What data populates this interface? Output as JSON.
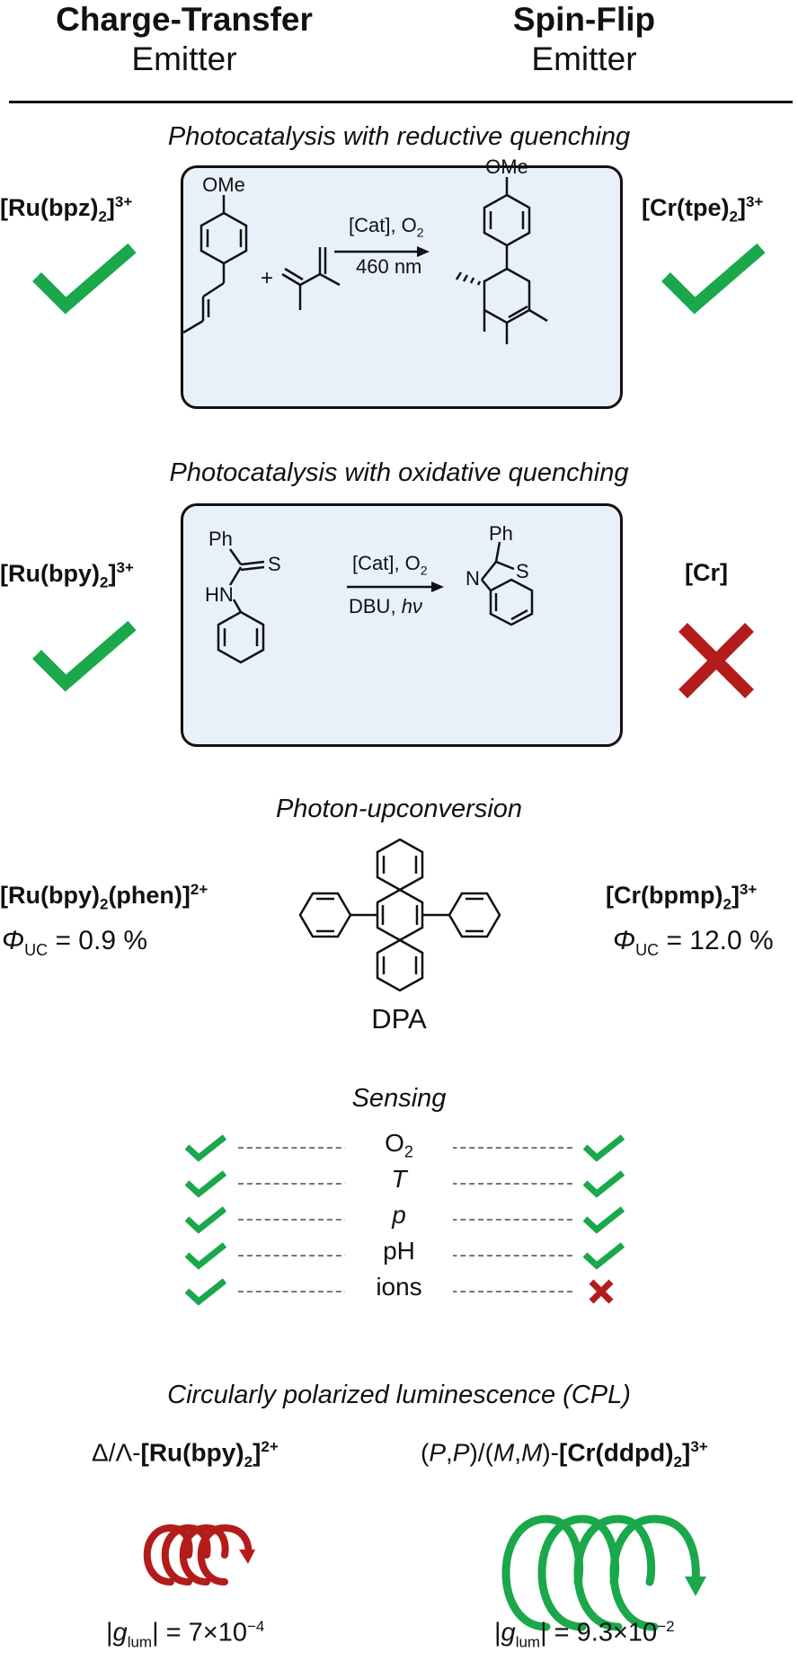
{
  "header": {
    "left_bold": "Charge-Transfer",
    "left_sub": "Emitter",
    "right_bold": "Spin-Flip",
    "right_sub": "Emitter"
  },
  "section1": {
    "title": "Photocatalysis with reductive quenching",
    "left_complex": {
      "main": "[Ru(bpz)",
      "sub": "2",
      "close": "]",
      "sup": "3+"
    },
    "right_complex": {
      "main": "[Cr(tpe)",
      "sub": "2",
      "close": "]",
      "sup": "3+"
    },
    "substituent": "OMe",
    "product_substituent": "OMe",
    "plus": "+",
    "cond_top": "[Cat], O",
    "cond_top_sub": "2",
    "cond_bottom": "460 nm",
    "left_status": "check",
    "right_status": "check"
  },
  "section2": {
    "title": "Photocatalysis with oxidative quenching",
    "left_complex": {
      "main": "[Ru(bpy)",
      "sub": "2",
      "close": "]",
      "sup": "3+"
    },
    "right_complex": "[Cr]",
    "ph_reactant": "Ph",
    "s_reactant": "S",
    "hn": "HN",
    "cond_top": "[Cat], O",
    "cond_top_sub": "2",
    "cond_bottom": "DBU, ",
    "cond_hv": "hν",
    "ph_product": "Ph",
    "n_product": "N",
    "s_product": "S",
    "left_status": "check",
    "right_status": "cross"
  },
  "section3": {
    "title": "Photon-upconversion",
    "left_complex": {
      "main": "[Ru(bpy)",
      "sub": "2",
      "mid": "(phen)]",
      "sup": "2+"
    },
    "right_complex": {
      "main": "[Cr(bpmp)",
      "sub": "2",
      "close": "]",
      "sup": "3+"
    },
    "left_phi": {
      "symbol": "Φ",
      "sub": "UC",
      "value": " = 0.9 %"
    },
    "right_phi": {
      "symbol": "Φ",
      "sub": "UC",
      "value": " = 12.0 %"
    },
    "molecule_label": "DPA"
  },
  "section4": {
    "title": "Sensing",
    "rows": [
      {
        "label": "O",
        "sub": "2",
        "italic": false,
        "left": "check",
        "right": "check"
      },
      {
        "label": "T",
        "sub": "",
        "italic": true,
        "left": "check",
        "right": "check"
      },
      {
        "label": "p",
        "sub": "",
        "italic": true,
        "left": "check",
        "right": "check"
      },
      {
        "label": "pH",
        "sub": "",
        "italic": false,
        "left": "check",
        "right": "check"
      },
      {
        "label": "ions",
        "sub": "",
        "italic": false,
        "left": "check",
        "right": "cross"
      }
    ]
  },
  "section5": {
    "title": "Circularly polarized luminescence (CPL)",
    "left_prefix": "Δ/Λ-",
    "left_complex": {
      "main": "[Ru(bpy)",
      "sub": "2",
      "close": "]",
      "sup": "2+"
    },
    "right_prefix_open": "(",
    "right_p1": "P",
    "right_comma1": ",",
    "right_p2": "P",
    "right_mid": ")/(",
    "right_m1": "M",
    "right_comma2": ",",
    "right_m2": "M",
    "right_close": ")-",
    "right_complex": {
      "main": "[Cr(ddpd)",
      "sub": "2",
      "close": "]",
      "sup": "3+"
    },
    "left_g": {
      "bar_open": "|",
      "g": "g",
      "sub": "lum",
      "bar_close": "| = 7×10",
      "sup": "−4"
    },
    "right_g": {
      "bar_open": "|",
      "g": "g",
      "sub": "lum",
      "bar_close": "| = 9.3×10",
      "sup": "−2"
    }
  },
  "colors": {
    "check": "#1aa84a",
    "cross": "#b41c1c",
    "box_fill": "#e8f1fa",
    "ru_spiral": "#b41c1c",
    "cr_spiral": "#1aa84a"
  }
}
